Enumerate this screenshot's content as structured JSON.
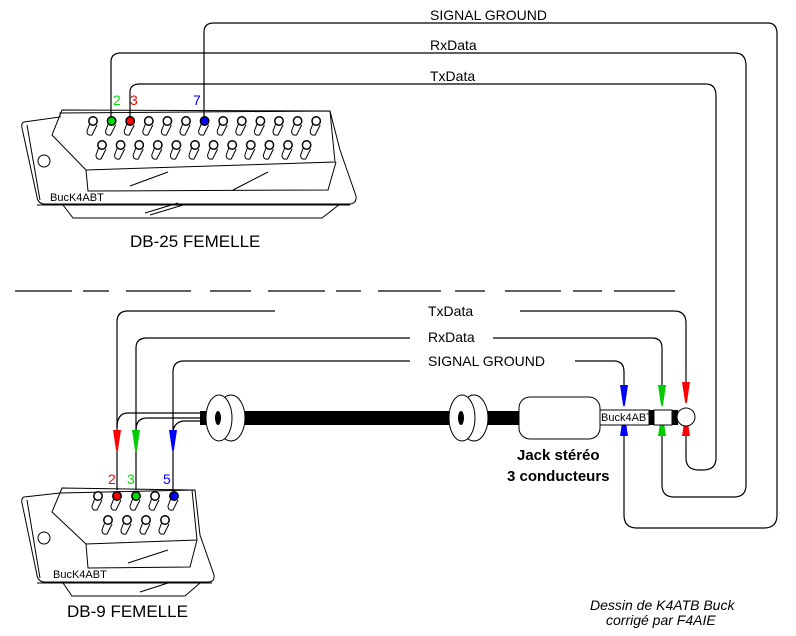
{
  "colors": {
    "red": "#ff0000",
    "green": "#00cc00",
    "blue": "#0000ff",
    "line": "#000000"
  },
  "db25": {
    "title": "DB-25 FEMELLE",
    "brand": "BucK4ABT",
    "pins": [
      {
        "number": "2",
        "color": "#00dd00"
      },
      {
        "number": "3",
        "color": "#ff0000"
      },
      {
        "number": "7",
        "color": "#0000ff"
      }
    ]
  },
  "db9": {
    "title": "DB-9 FEMELLE",
    "brand": "BucK4ABT",
    "pins": [
      {
        "number": "2",
        "color": "#ff0000"
      },
      {
        "number": "3",
        "color": "#00dd00"
      },
      {
        "number": "5",
        "color": "#0000ff"
      }
    ]
  },
  "top_wires": {
    "signal_ground": "SIGNAL GROUND",
    "rxdata": "RxData",
    "txdata": "TxData"
  },
  "bottom_wires": {
    "txdata": "TxData",
    "rxdata": "RxData",
    "signal_ground": "SIGNAL GROUND"
  },
  "jack": {
    "brand": "Buck4ABT",
    "label_line1": "Jack stéréo",
    "label_line2": "3 conducteurs"
  },
  "credit": {
    "line1": "Dessin de K4ATB Buck",
    "line2": "corrigé par F4AIE"
  }
}
